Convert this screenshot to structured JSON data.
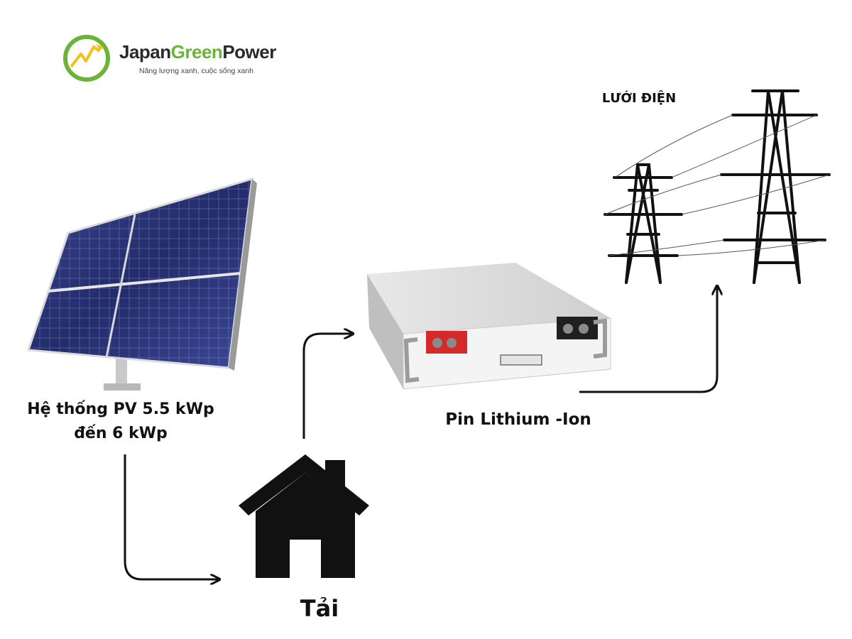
{
  "logo": {
    "name_part1": "Japan",
    "name_part2": "Green",
    "name_part3": "Power",
    "tagline": "Năng lượng xanh, cuộc sống xanh",
    "colors": {
      "green": "#6bb43a",
      "dark": "#2a2a2a",
      "yellow": "#f2c21b"
    }
  },
  "nodes": {
    "grid": {
      "label": "LƯỚI ĐIỆN",
      "icon": "power-tower-icon"
    },
    "pv": {
      "label_line1": "Hệ thống PV 5.5 kWp",
      "label_line2": "đến 6 kWp",
      "icon": "solar-panel-icon"
    },
    "battery": {
      "label": "Pin Lithium -Ion",
      "icon": "battery-icon"
    },
    "load": {
      "label": "Tải",
      "icon": "house-icon"
    }
  },
  "colors": {
    "arrow": "#111111",
    "panel": "#2c3577",
    "battery_red": "#d42a2a"
  }
}
